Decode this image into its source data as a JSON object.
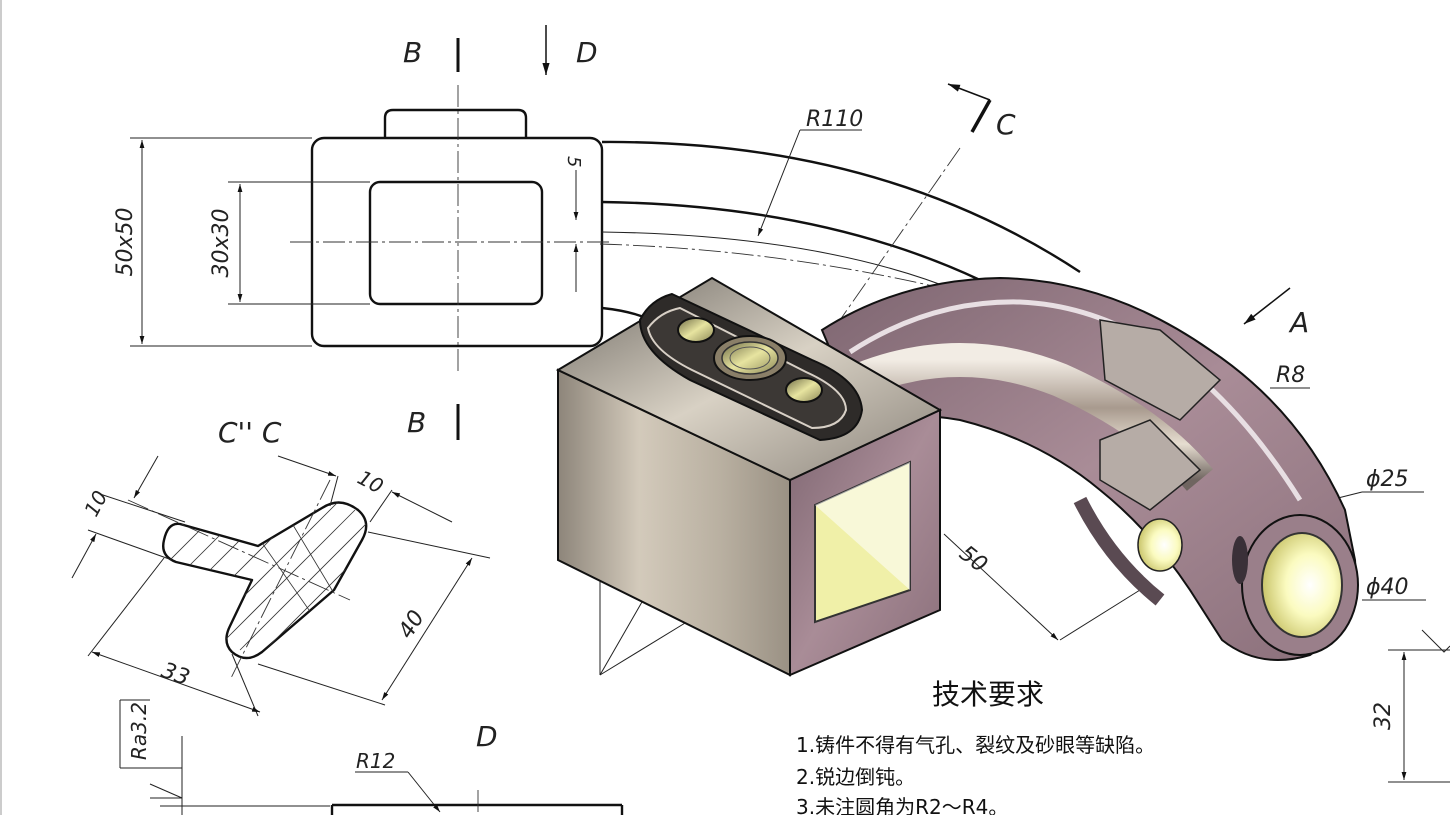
{
  "labels": {
    "section_b_top": "B",
    "section_b_bottom": "B",
    "view_d_top": "D",
    "view_d_bottom": "D",
    "section_c": "C",
    "section_cc_title": "C'' C",
    "view_a": "A"
  },
  "dimensions": {
    "outer_square": "50x50",
    "inner_square": "30x30",
    "wall": "5",
    "arc_radius": "R110",
    "fillet_r8": "R8",
    "dia_25": "ϕ25",
    "dia_40": "ϕ40",
    "arm_50": "50",
    "height_32": "32",
    "rib_10_a": "10",
    "rib_10_b": "10",
    "rib_40": "40",
    "rib_33": "33",
    "radius_12": "R12",
    "roughness": "Ra3.2"
  },
  "notes": {
    "heading": "技术要求",
    "items": [
      "1.铸件不得有气孔、裂纹及砂眼等缺陷。",
      "2.锐边倒钝。",
      "3.未注圆角为R2～R4。"
    ]
  },
  "colors": {
    "line": "#111111",
    "body_tan": "#bdb2a2",
    "arm_mauve": "#9c7f8a",
    "bore_yellow": "#f0f0a0"
  }
}
